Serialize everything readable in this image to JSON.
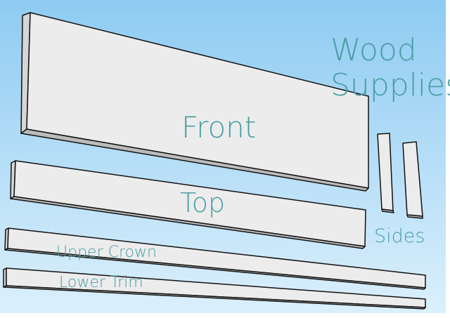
{
  "title": {
    "line1": "Wood",
    "line2": "Supplies:"
  },
  "boards": {
    "front": "Front",
    "top": "Top",
    "sides": "Sides",
    "upper_crown": "Upper Crown",
    "lower_trim": "Lower Trim"
  },
  "colors": {
    "sky_top": "#8ecbf2",
    "sky_bottom": "#dcf0fc",
    "board": "#ececec",
    "label": "#4a9fa4"
  }
}
